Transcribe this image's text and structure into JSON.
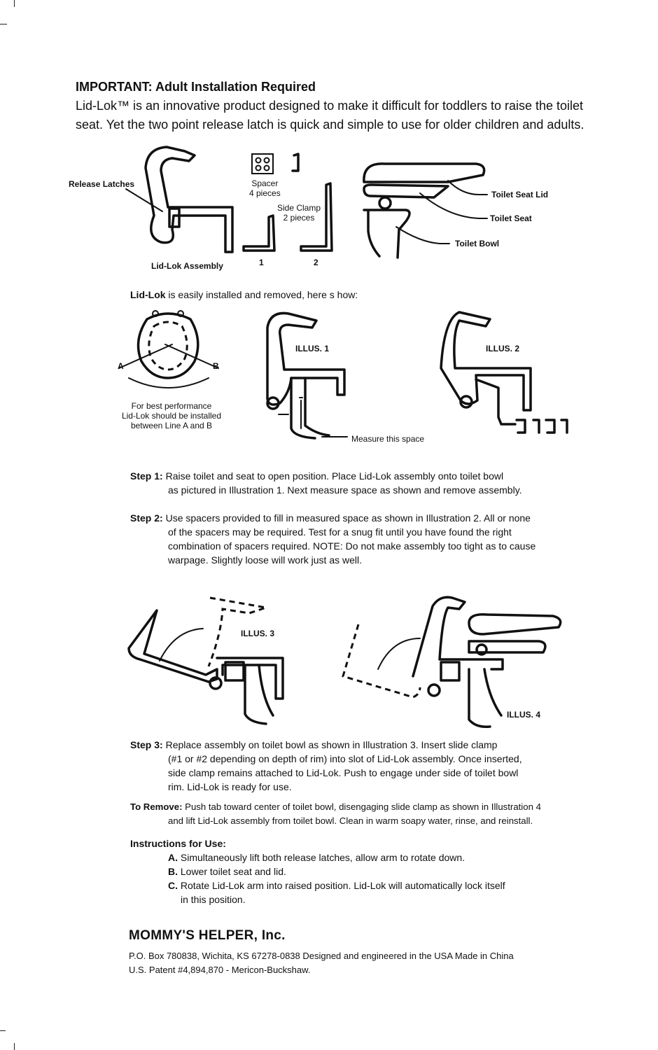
{
  "header": {
    "title": "IMPORTANT: Adult Installation Required",
    "intro_line1": "Lid-Lok™ is an innovative product designed to make it difficult for toddlers to raise the toilet",
    "intro_line2": "seat. Yet the two point release latch is quick and simple to use for older children and adults."
  },
  "parts": {
    "release_latches": "Release Latches",
    "spacer": "Spacer",
    "spacer_count": "4 pieces",
    "side_clamp": "Side Clamp",
    "side_clamp_count": "2 pieces",
    "assembly": "Lid-Lok Assembly",
    "num1": "1",
    "num2": "2",
    "toilet_seat_lid": "Toilet Seat Lid",
    "toilet_seat": "Toilet Seat",
    "toilet_bowl": "Toilet Bowl"
  },
  "install": {
    "intro_bold": "Lid-Lok",
    "intro_rest": " is easily installed and removed, here s how:",
    "line_a": "A",
    "line_b": "B",
    "best1": "For best performance",
    "best2": "Lid-Lok should be installed",
    "best3": "between Line A and B",
    "illus1": "ILLUS. 1",
    "illus2": "ILLUS. 2",
    "measure": "Measure this space"
  },
  "steps": {
    "s1_key": "Step 1:",
    "s1_l1": "Raise toilet and seat to open position. Place Lid-Lok assembly onto toilet bowl",
    "s1_l2": "as pictured in Illustration 1. Next measure space as shown and remove assembly.",
    "s2_key": "Step 2:",
    "s2_l1": "Use spacers provided to fill in measured space as shown in Illustration 2. All or none",
    "s2_l2": "of the spacers may be required. Test for a snug fit until you have found the right",
    "s2_l3": "combination of spacers required. NOTE: Do not make assembly too tight as to cause",
    "s2_l4": "warpage. Slightly loose will work just as well.",
    "illus3": "ILLUS. 3",
    "illus4": "ILLUS. 4",
    "s3_key": "Step 3:",
    "s3_l1": "Replace assembly on toilet bowl as shown in Illustration 3. Insert slide clamp",
    "s3_l2": "(#1 or #2 depending on depth of rim) into slot of Lid-Lok assembly. Once inserted,",
    "s3_l3": "side clamp remains attached to Lid-Lok. Push to engage under side of toilet bowl",
    "s3_l4": "rim. Lid-Lok is ready for use.",
    "rm_key": "To Remove:",
    "rm_l1": "Push tab toward center of toilet bowl, disengaging slide clamp as shown in Illustration 4",
    "rm_l2": "and lift Lid-Lok assembly from toilet bowl. Clean in warm soapy water, rinse, and reinstall."
  },
  "usage": {
    "title": "Instructions for Use:",
    "a_key": "A.",
    "a_text": "Simultaneously lift both release latches, allow arm to rotate down.",
    "b_key": "B.",
    "b_text": "Lower toilet seat and lid.",
    "c_key": "C.",
    "c_text1": "Rotate Lid-Lok arm into raised position. Lid-Lok will automatically lock itself",
    "c_text2": "in this position."
  },
  "footer": {
    "company": "MOMMY'S HELPER, Inc.",
    "address": "P.O. Box 780838, Wichita, KS 67278-0838   Designed and engineered in the USA   Made in China",
    "patent": "U.S. Patent #4,894,870 - Mericon-Buckshaw."
  }
}
